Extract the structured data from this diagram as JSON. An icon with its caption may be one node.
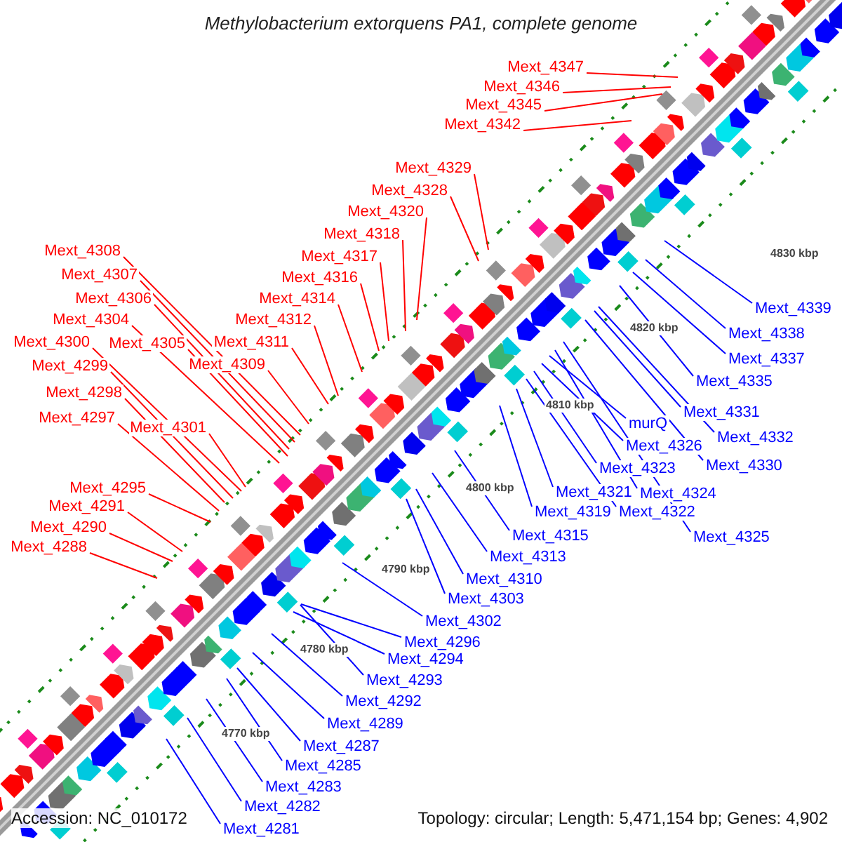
{
  "diagram": {
    "title": "Methylobacterium extorquens PA1, complete genome",
    "nodes": [
      {
        "text": [
          "Mext_4347"
        ]
      },
      {
        "text": [
          "Mext_4346"
        ]
      },
      {
        "text": [
          "Mext_4345"
        ]
      },
      {
        "text": [
          "Mext_4342"
        ]
      },
      {
        "text": [
          "Mext_4329"
        ]
      },
      {
        "text": [
          "Mext_4328"
        ]
      },
      {
        "text": [
          "Mext_4320"
        ]
      },
      {
        "text": [
          "Mext_4318"
        ]
      },
      {
        "text": [
          "Mext_4317"
        ]
      },
      {
        "text": [
          "Mext_4316"
        ]
      },
      {
        "text": [
          "Mext_4314"
        ]
      },
      {
        "text": [
          "Mext_4312"
        ]
      },
      {
        "text": [
          "Mext_4311"
        ]
      },
      {
        "text": [
          "Mext_4309"
        ]
      },
      {
        "text": [
          "Mext_4308"
        ]
      },
      {
        "text": [
          "Mext_4307"
        ]
      },
      {
        "text": [
          "Mext_4306"
        ]
      },
      {
        "text": [
          "Mext_4304"
        ]
      },
      {
        "text": [
          "Mext_4305"
        ]
      },
      {
        "text": [
          "Mext_4300"
        ]
      },
      {
        "text": [
          "Mext_4299"
        ]
      },
      {
        "text": [
          "Mext_4298"
        ]
      },
      {
        "text": [
          "Mext_4297"
        ]
      },
      {
        "text": [
          "Mext_4301"
        ]
      },
      {
        "text": [
          "Mext_4295"
        ]
      },
      {
        "text": [
          "Mext_4291"
        ]
      },
      {
        "text": [
          "Mext_4290"
        ]
      },
      {
        "text": [
          "Mext_4288"
        ]
      },
      {
        "text": [
          "Mext_4339"
        ]
      },
      {
        "text": [
          "Mext_4338"
        ]
      },
      {
        "text": [
          "Mext_4337"
        ]
      },
      {
        "text": [
          "Mext_4335"
        ]
      },
      {
        "text": [
          "Mext_4331"
        ]
      },
      {
        "text": [
          "Mext_4332"
        ]
      },
      {
        "text": [
          "Mext_4330"
        ]
      },
      {
        "text": [
          "murQ"
        ]
      },
      {
        "text": [
          "Mext_4326"
        ]
      },
      {
        "text": [
          "Mext_4323"
        ]
      },
      {
        "text": [
          "Mext_4324"
        ]
      },
      {
        "text": [
          "Mext_4322"
        ]
      },
      {
        "text": [
          "Mext_4321"
        ]
      },
      {
        "text": [
          "Mext_4319"
        ]
      },
      {
        "text": [
          "Mext_4325"
        ]
      },
      {
        "text": [
          "Mext_4315"
        ]
      },
      {
        "text": [
          "Mext_4313"
        ]
      },
      {
        "text": [
          "Mext_4310"
        ]
      },
      {
        "text": [
          "Mext_4303"
        ]
      },
      {
        "text": [
          "Mext_4302"
        ]
      },
      {
        "text": [
          "Mext_4296"
        ]
      },
      {
        "text": [
          "Mext_4294"
        ]
      },
      {
        "text": [
          "Mext_4293"
        ]
      },
      {
        "text": [
          "Mext_4292"
        ]
      },
      {
        "text": [
          "Mext_4289"
        ]
      },
      {
        "text": [
          "Mext_4287"
        ]
      },
      {
        "text": [
          "Mext_4285"
        ]
      },
      {
        "text": [
          "Mext_4283"
        ]
      },
      {
        "text": [
          "Mext_4282"
        ]
      },
      {
        "text": [
          "Mext_4281"
        ]
      }
    ],
    "edges": [
      {
        "from": 0,
        "to": null,
        "arrow": "none",
        "color": "#ff0000"
      },
      {
        "from": 1,
        "to": null,
        "arrow": "none",
        "color": "#ff0000"
      },
      {
        "from": 2,
        "to": null,
        "arrow": "none",
        "color": "#ff0000"
      },
      {
        "from": 3,
        "to": null,
        "arrow": "none",
        "color": "#ff0000"
      },
      {
        "from": 4,
        "to": null,
        "arrow": "none",
        "color": "#ff0000"
      },
      {
        "from": 5,
        "to": null,
        "arrow": "none",
        "color": "#ff0000"
      },
      {
        "from": 6,
        "to": null,
        "arrow": "none",
        "color": "#ff0000"
      },
      {
        "from": 7,
        "to": null,
        "arrow": "none",
        "color": "#ff0000"
      },
      {
        "from": 8,
        "to": null,
        "arrow": "none",
        "color": "#ff0000"
      },
      {
        "from": 9,
        "to": null,
        "arrow": "none",
        "color": "#ff0000"
      },
      {
        "from": 10,
        "to": null,
        "arrow": "none",
        "color": "#ff0000"
      },
      {
        "from": 11,
        "to": null,
        "arrow": "none",
        "color": "#ff0000"
      },
      {
        "from": 12,
        "to": null,
        "arrow": "none",
        "color": "#ff0000"
      },
      {
        "from": 13,
        "to": null,
        "arrow": "none",
        "color": "#ff0000"
      },
      {
        "from": 14,
        "to": null,
        "arrow": "none",
        "color": "#ff0000"
      },
      {
        "from": 15,
        "to": null,
        "arrow": "none",
        "color": "#ff0000"
      },
      {
        "from": 16,
        "to": null,
        "arrow": "none",
        "color": "#ff0000"
      },
      {
        "from": 17,
        "to": null,
        "arrow": "none",
        "color": "#ff0000"
      },
      {
        "from": 18,
        "to": null,
        "arrow": "none",
        "color": "#ff0000"
      },
      {
        "from": 19,
        "to": null,
        "arrow": "none",
        "color": "#ff0000"
      },
      {
        "from": 20,
        "to": null,
        "arrow": "none",
        "color": "#ff0000"
      },
      {
        "from": 21,
        "to": null,
        "arrow": "none",
        "color": "#ff0000"
      },
      {
        "from": 22,
        "to": null,
        "arrow": "none",
        "color": "#ff0000"
      },
      {
        "from": 23,
        "to": null,
        "arrow": "none",
        "color": "#ff0000"
      },
      {
        "from": 24,
        "to": null,
        "arrow": "none",
        "color": "#ff0000"
      },
      {
        "from": 25,
        "to": null,
        "arrow": "none",
        "color": "#ff0000"
      },
      {
        "from": 26,
        "to": null,
        "arrow": "none",
        "color": "#ff0000"
      },
      {
        "from": 27,
        "to": null,
        "arrow": "none",
        "color": "#ff0000"
      },
      {
        "from": 28,
        "to": null,
        "arrow": "none"
      },
      {
        "from": 29,
        "to": null,
        "arrow": "none"
      },
      {
        "from": 30,
        "to": null,
        "arrow": "none"
      },
      {
        "from": 31,
        "to": null,
        "arrow": "none"
      },
      {
        "from": 32,
        "to": null,
        "arrow": "none"
      },
      {
        "from": 33,
        "to": null,
        "arrow": "none"
      },
      {
        "from": 34,
        "to": null,
        "arrow": "none"
      },
      {
        "from": 35,
        "to": null,
        "arrow": "none"
      },
      {
        "from": 36,
        "to": null,
        "arrow": "none"
      },
      {
        "from": 37,
        "to": null,
        "arrow": "none"
      },
      {
        "from": 38,
        "to": null,
        "arrow": "none"
      },
      {
        "from": 39,
        "to": null,
        "arrow": "none"
      },
      {
        "from": 40,
        "to": null,
        "arrow": "none"
      },
      {
        "from": 41,
        "to": null,
        "arrow": "none"
      },
      {
        "from": 42,
        "to": null,
        "arrow": "none"
      },
      {
        "from": 43,
        "to": null,
        "arrow": "none"
      },
      {
        "from": 44,
        "to": null,
        "arrow": "none"
      },
      {
        "from": 45,
        "to": null,
        "arrow": "none"
      },
      {
        "from": 46,
        "to": null,
        "arrow": "none"
      },
      {
        "from": 47,
        "to": null,
        "arrow": "none"
      },
      {
        "from": 48,
        "to": null,
        "arrow": "none"
      },
      {
        "from": 49,
        "to": null,
        "arrow": "none"
      },
      {
        "from": 50,
        "to": null,
        "arrow": "none"
      },
      {
        "from": 51,
        "to": null,
        "arrow": "none"
      },
      {
        "from": 52,
        "to": null,
        "arrow": "none"
      },
      {
        "from": 53,
        "to": null,
        "arrow": "none"
      },
      {
        "from": 54,
        "to": null,
        "arrow": "none"
      },
      {
        "from": 55,
        "to": null,
        "arrow": "none"
      },
      {
        "from": 56,
        "to": null,
        "arrow": "none"
      },
      {
        "from": 57,
        "to": null,
        "arrow": "none"
      }
    ],
    "labels": [
      "4830 kbp",
      "4820 kbp",
      "4810 kbp",
      "4800 kbp",
      "4790 kbp",
      "4780 kbp",
      "4770 kbp",
      "Accession: NC_010172",
      "Topology: circular; Length: 5,471,154 bp; Genes: 4,902"
    ]
  }
}
